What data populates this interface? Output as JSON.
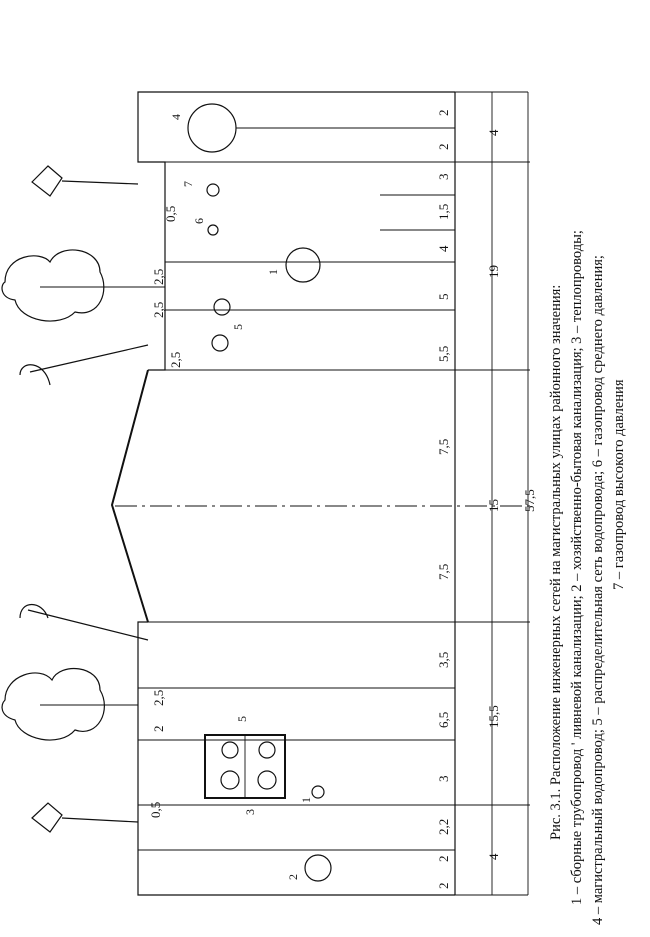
{
  "caption": {
    "title": "Рис. 3.1. Расположение инженерных сетей на магистральных улицах районного значения:",
    "line1": "1 – сборные трубопровод ' ливневой канализации; 2 – хозяйственно-бытовая канализация; 3 – теплопроводы;",
    "line2": "4 – магистральный водопровод; 5 – распределительная сеть водопровода; 6 – газопровод среднего давления;",
    "line3": "7 – газопровод высокого давления"
  },
  "numbers": {
    "n1": "1",
    "n2": "2",
    "n3": "3",
    "n4": "4",
    "n5": "5",
    "n6": "6",
    "n7": "7"
  },
  "dims": {
    "right_outer": [
      "2",
      "2",
      "3",
      "1,5",
      "4",
      "5",
      "5,5"
    ],
    "roadway": [
      "7,5",
      "7,5"
    ],
    "left_outer": [
      "3,5",
      "6,5",
      "3",
      "2,2",
      "2",
      "2"
    ],
    "right_inner": [
      "0,5",
      "2,5",
      "2,5",
      "2,5"
    ],
    "left_inner": [
      "2,5",
      "2",
      "0,5"
    ],
    "totals": [
      "4",
      "19",
      "15",
      "15,5",
      "4",
      "57,5"
    ]
  }
}
